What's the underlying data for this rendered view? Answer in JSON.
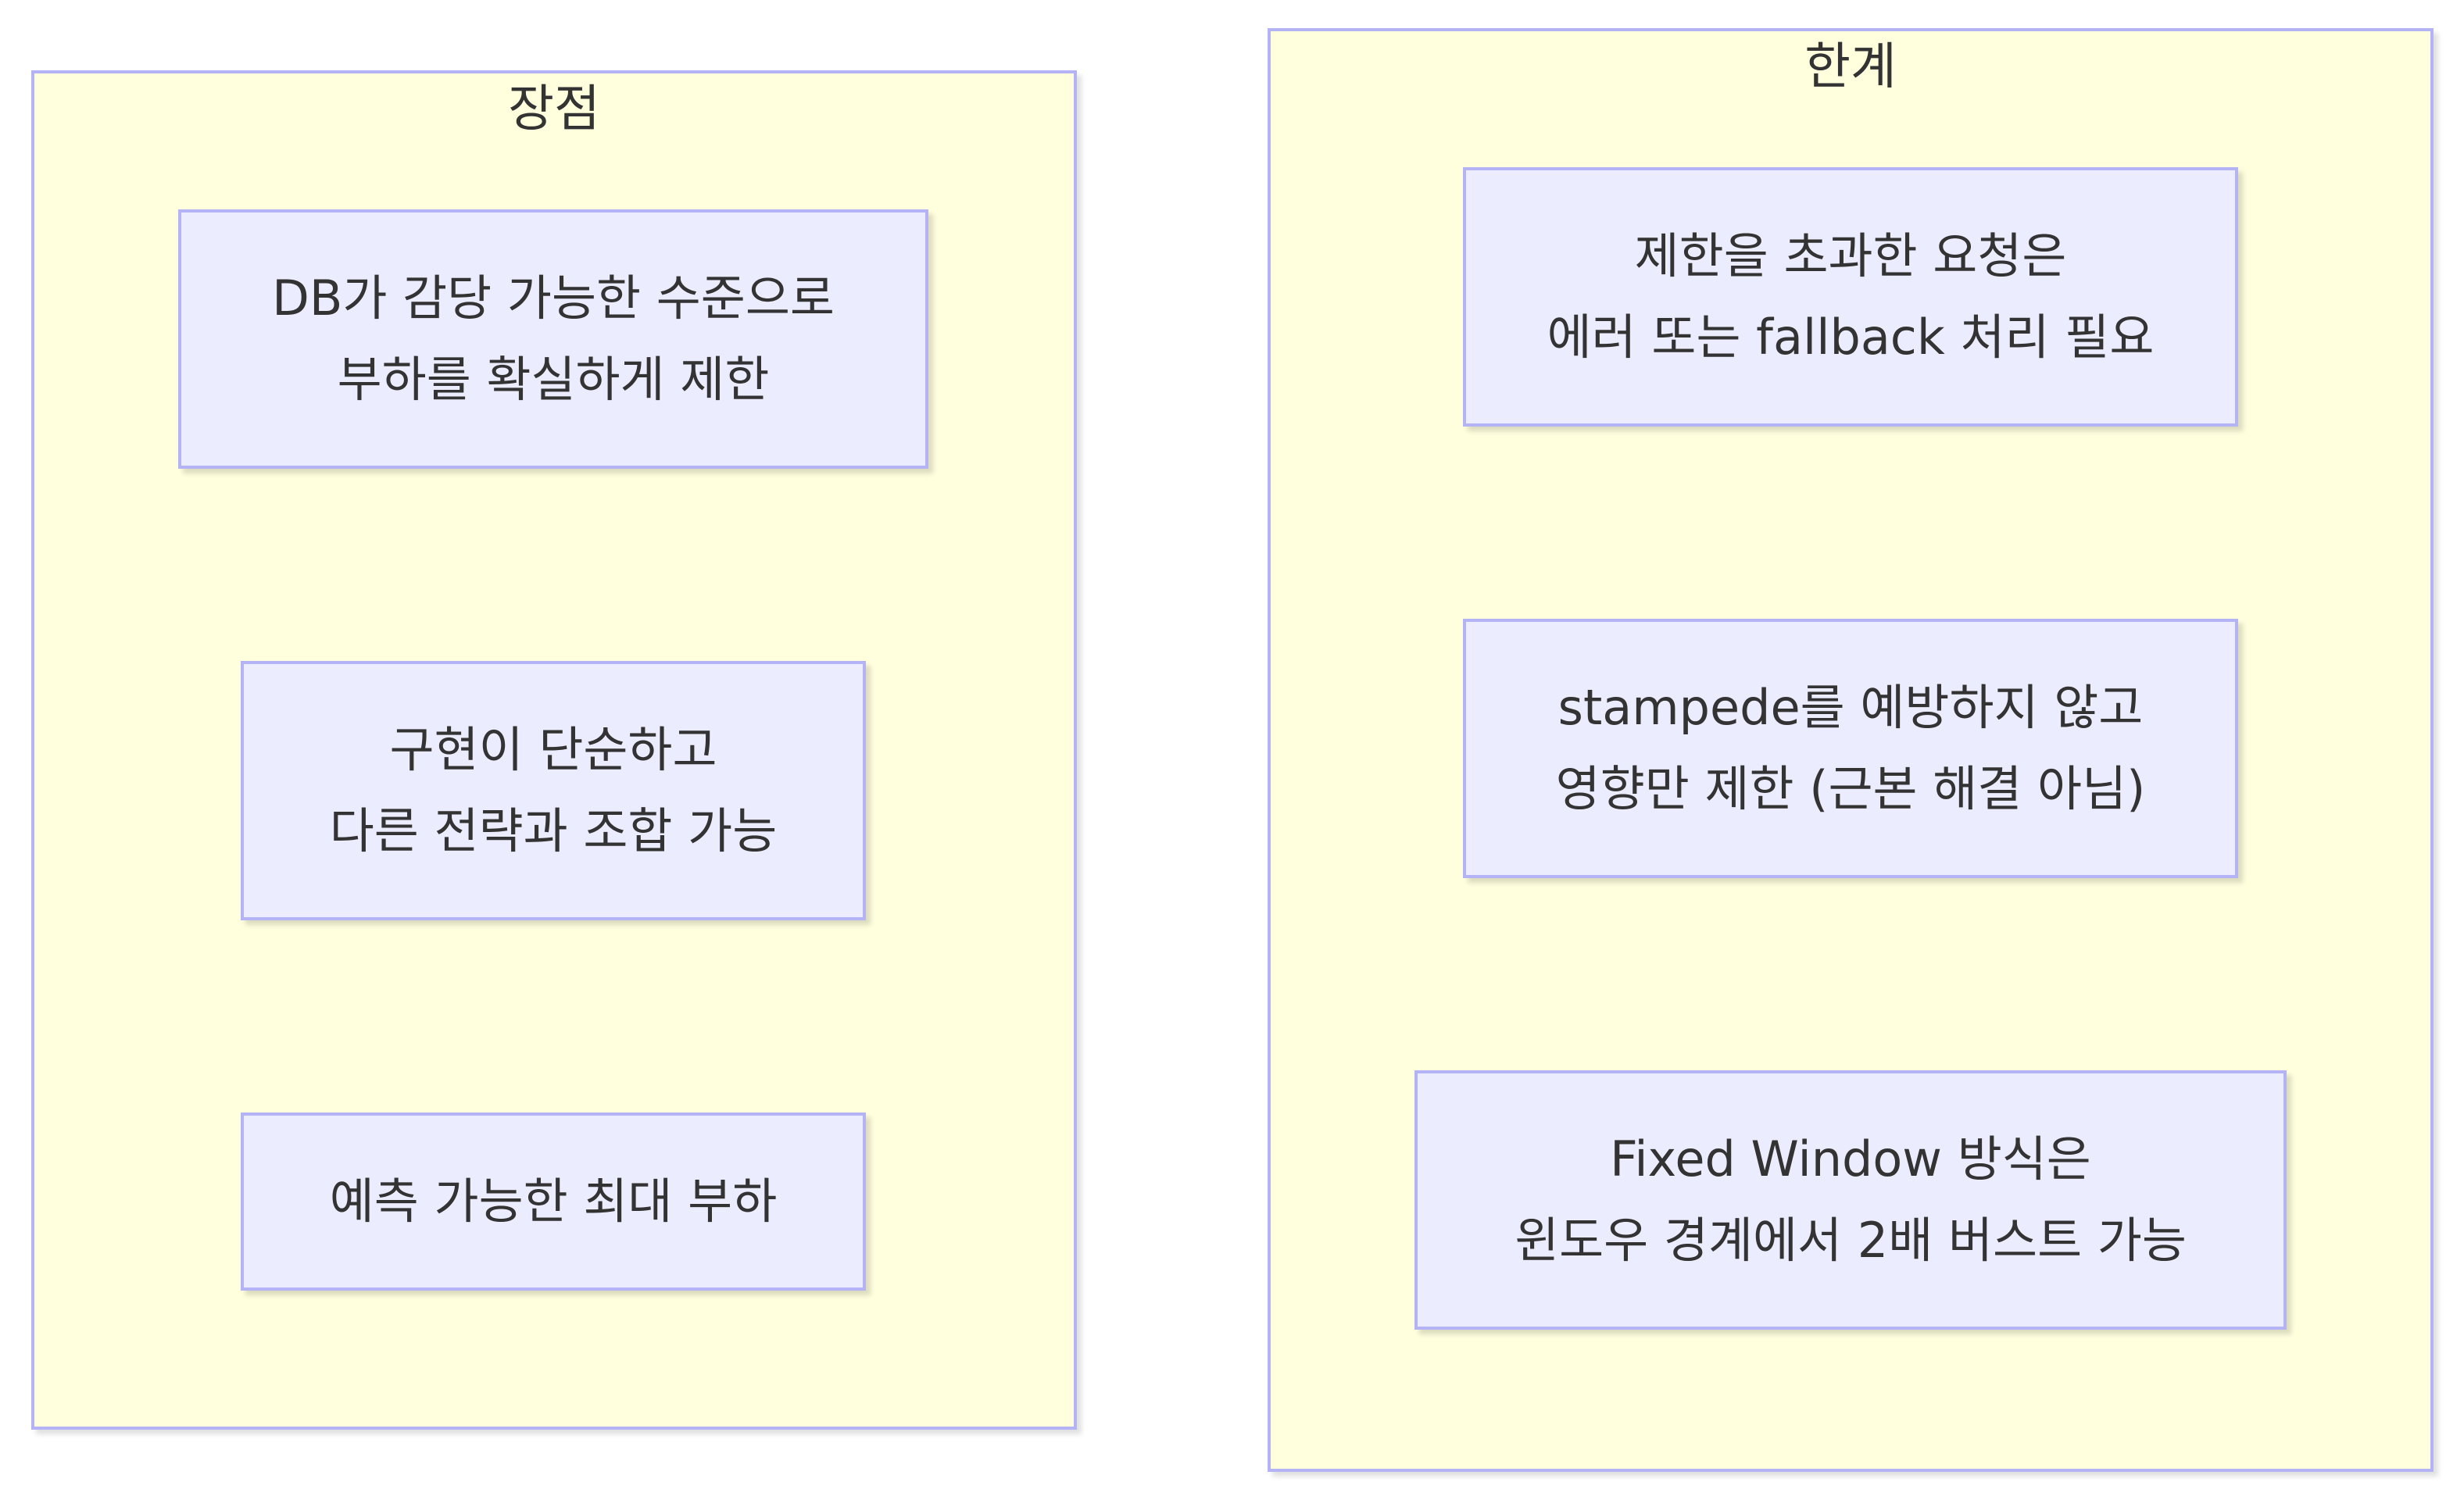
{
  "groups": {
    "advantages": {
      "title": "장점",
      "nodes": [
        {
          "lines": [
            "DB가 감당 가능한 수준으로",
            "부하를 확실하게 제한"
          ]
        },
        {
          "lines": [
            "구현이 단순하고",
            "다른 전략과 조합 가능"
          ]
        },
        {
          "lines": [
            "예측 가능한 최대 부하"
          ]
        }
      ]
    },
    "limitations": {
      "title": "한계",
      "nodes": [
        {
          "lines": [
            "제한을 초과한 요청은",
            "에러 또는 fallback 처리 필요"
          ]
        },
        {
          "lines": [
            "stampede를 예방하지 않고",
            "영향만 제한 (근본 해결 아님)"
          ]
        },
        {
          "lines": [
            "Fixed Window 방식은",
            "윈도우 경계에서 2배 버스트 가능"
          ]
        }
      ]
    }
  },
  "colors": {
    "group_fill": "#ffffde",
    "node_fill": "#ececff",
    "border": "#b3b3f5",
    "text": "#333333"
  }
}
